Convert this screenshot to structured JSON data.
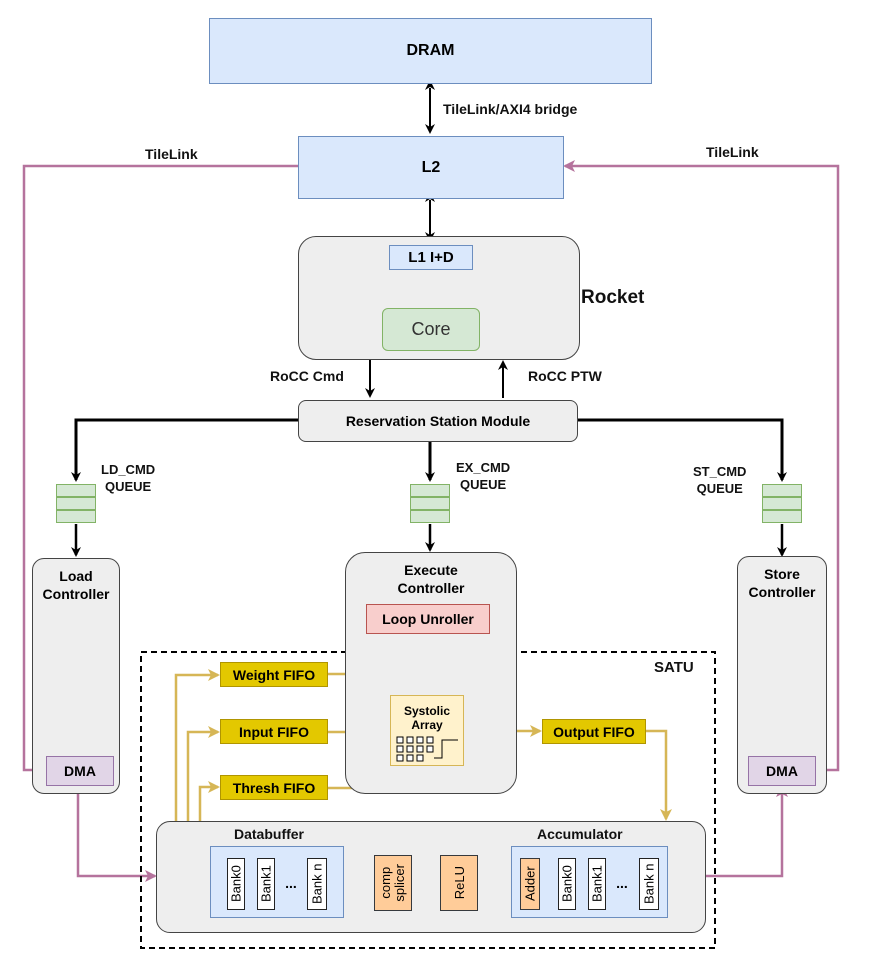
{
  "dram": "DRAM",
  "bridge": "TileLink/AXI4 bridge",
  "l2": "L2",
  "tilelink_left": "TileLink",
  "tilelink_right": "TileLink",
  "rocket": {
    "title": "Rocket",
    "l1": "L1 I+D",
    "core": "Core"
  },
  "rocc_cmd": "RoCC Cmd",
  "rocc_ptw": "RoCC PTW",
  "reservation": "Reservation Station Module",
  "queues": {
    "ld": [
      "LD_CMD",
      "QUEUE"
    ],
    "ex": [
      "EX_CMD",
      "QUEUE"
    ],
    "st": [
      "ST_CMD",
      "QUEUE"
    ]
  },
  "load_controller": [
    "Load",
    "Controller"
  ],
  "store_controller": [
    "Store",
    "Controller"
  ],
  "execute_controller": [
    "Execute",
    "Controller"
  ],
  "loop_unroller": "Loop Unroller",
  "dma_left": "DMA",
  "dma_right": "DMA",
  "satu": "SATU",
  "fifos": {
    "weight": "Weight FIFO",
    "input": "Input FIFO",
    "thresh": "Thresh FIFO",
    "output": "Output FIFO"
  },
  "systolic": [
    "Systolic",
    "Array"
  ],
  "databuffer": {
    "title": "Databuffer",
    "banks": [
      "Bank0",
      "Bank1",
      "...",
      "Bank n"
    ]
  },
  "comp_splicer": [
    "comp",
    "splicer"
  ],
  "relu": "ReLU",
  "accumulator": {
    "title": "Accumulator",
    "adder": "Adder",
    "banks": [
      "Bank0",
      "Bank1",
      "...",
      "Bank n"
    ]
  },
  "colors": {
    "tilelink": "#b5739d",
    "satu_flow": "#d6b656",
    "black": "#000000"
  }
}
